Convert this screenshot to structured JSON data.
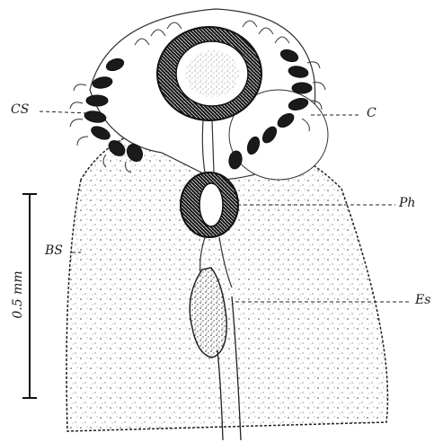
{
  "figure": {
    "labels": {
      "cs": "CS",
      "c": "C",
      "ph": "Ph",
      "bs": "BS",
      "es": "Es"
    },
    "scale_bar": "0.5 mm"
  }
}
